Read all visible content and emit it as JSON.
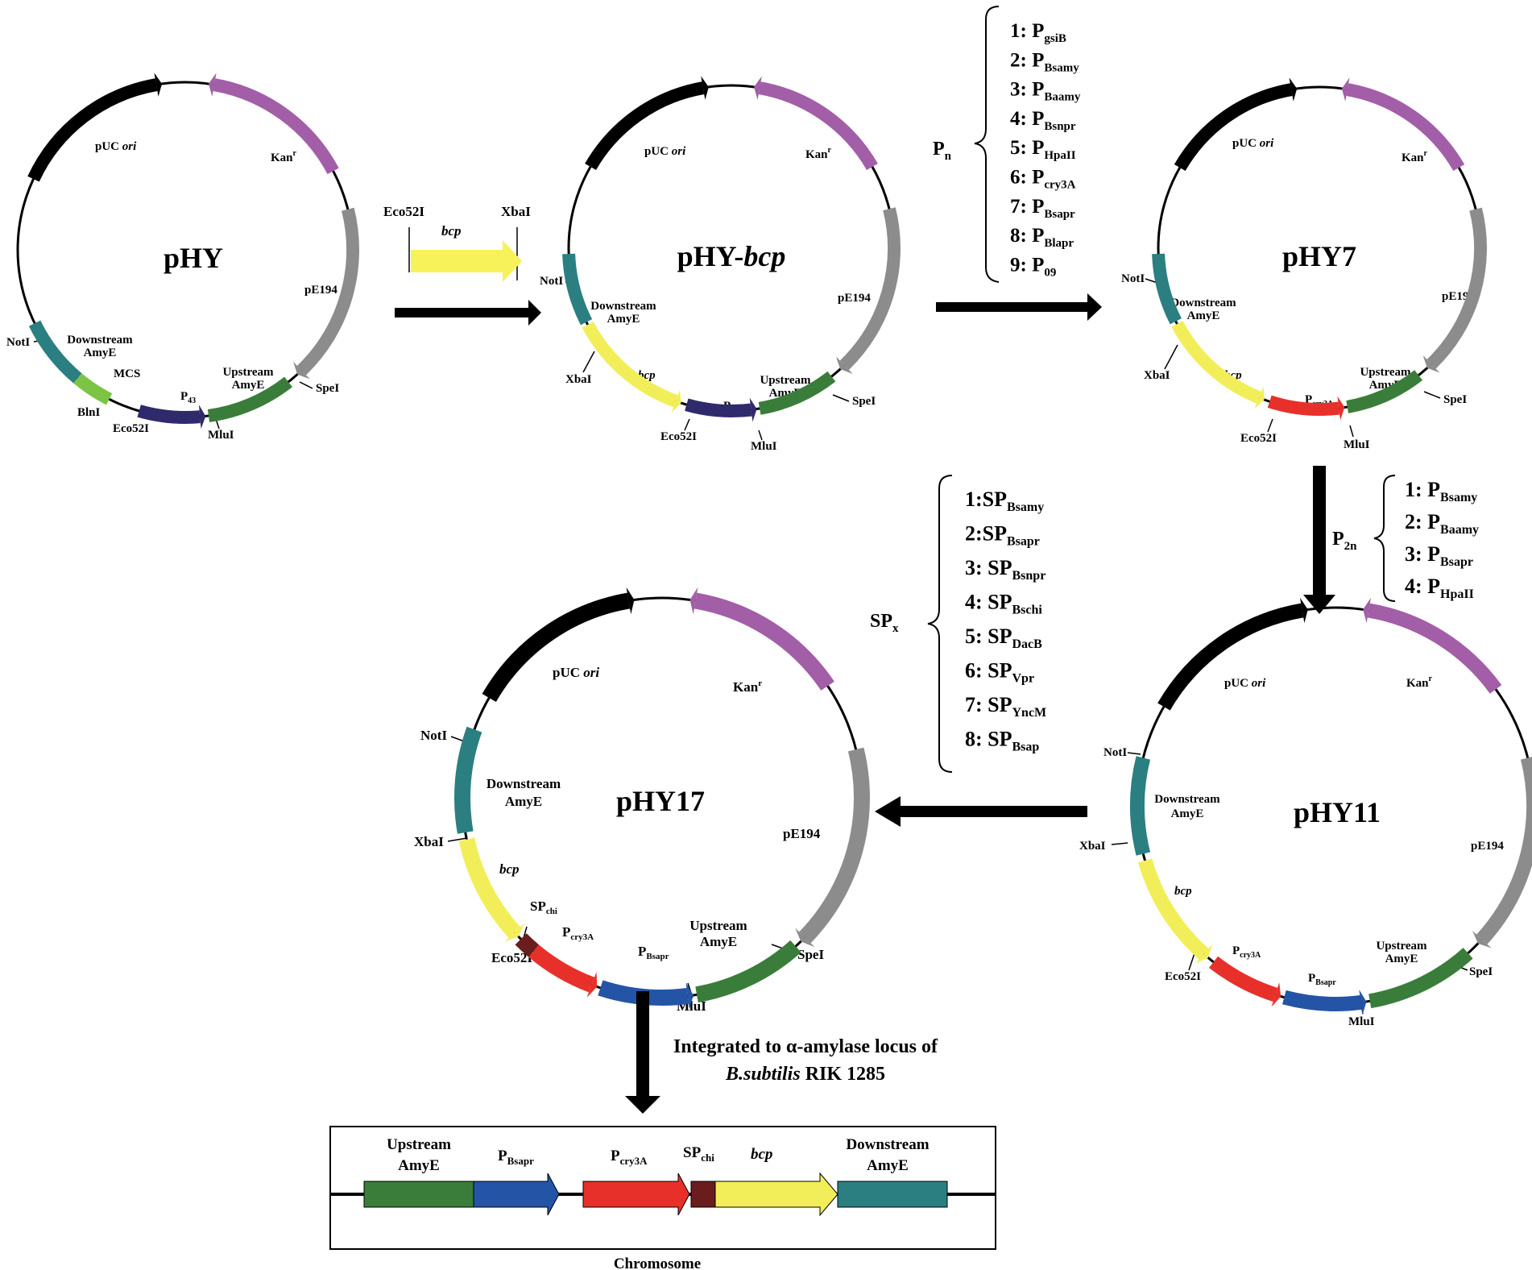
{
  "plasmids": {
    "phy": {
      "name": "pHY",
      "labels": {
        "puc": "pUC",
        "ori": "ori",
        "kan": "Kan",
        "kan_sup": "r",
        "pe194": "pE194",
        "up1": "Upstream",
        "up2": "AmyE",
        "spei": "SpeI",
        "mlui": "MluI",
        "p43": "P",
        "p43_sub": "43",
        "eco": "Eco52I",
        "blni": "BlnI",
        "mcs": "MCS",
        "notI": "NotI",
        "down1": "Downstream",
        "down2": "AmyE"
      }
    },
    "phy_bcp": {
      "name": "pHY-",
      "name_italic": "bcp",
      "labels": {
        "puc": "pUC",
        "ori": "ori",
        "kan": "Kan",
        "kan_sup": "r",
        "pe194": "pE194",
        "up1": "Upstream",
        "up2": "AmyE",
        "spei": "SpeI",
        "mlui": "MluI",
        "p43": "P",
        "p43_sub": "43",
        "eco": "Eco52I",
        "bcp": "bcp",
        "xbai": "XbaI",
        "notI": "NotI",
        "down1": "Downstream",
        "down2": "AmyE"
      }
    },
    "phy7": {
      "name": "pHY7",
      "labels": {
        "puc": "pUC",
        "ori": "ori",
        "kan": "Kan",
        "kan_sup": "r",
        "pe194": "pE194",
        "up1": "Upstream",
        "up2": "AmyE",
        "spei": "SpeI",
        "mlui": "MluI",
        "pcry": "P",
        "pcry_sub": "cry3A",
        "eco": "Eco52I",
        "bcp": "bcp",
        "xbai": "XbaI",
        "notI": "NotI",
        "down1": "Downstream",
        "down2": "AmyE"
      }
    },
    "phy11": {
      "name": "pHY11",
      "labels": {
        "puc": "pUC",
        "ori": "ori",
        "kan": "Kan",
        "kan_sup": "r",
        "pe194": "pE194",
        "up1": "Upstream",
        "up2": "AmyE",
        "spei": "SpeI",
        "mlui": "MluI",
        "pbsapr": "P",
        "pbsapr_sub": "Bsapr",
        "pcry": "P",
        "pcry_sub": "cry3A",
        "eco": "Eco52I",
        "bcp": "bcp",
        "xbai": "XbaI",
        "notI": "NotI",
        "down1": "Downstream",
        "down2": "AmyE"
      }
    },
    "phy17": {
      "name": "pHY17",
      "labels": {
        "puc": "pUC",
        "ori": "ori",
        "kan": "Kan",
        "kan_sup": "r",
        "pe194": "pE194",
        "up1": "Upstream",
        "up2": "AmyE",
        "spei": "SpeI",
        "mlui": "MluI",
        "pbsapr": "P",
        "pbsapr_sub": "Bsapr",
        "pcry": "P",
        "pcry_sub": "cry3A",
        "spchi": "SP",
        "spchi_sub": "chi",
        "eco": "Eco52I",
        "bcp": "bcp",
        "xbai": "XbaI",
        "notI": "NotI",
        "down1": "Downstream",
        "down2": "AmyE"
      }
    }
  },
  "insert": {
    "left_site": "Eco52I",
    "right_site": "XbaI",
    "gene": "bcp"
  },
  "pn": {
    "label": "P",
    "label_sub": "n",
    "items": [
      {
        "n": "1: P",
        "s": "gsiB"
      },
      {
        "n": "2: P",
        "s": "Bsamy"
      },
      {
        "n": "3: P",
        "s": "Baamy"
      },
      {
        "n": "4: P",
        "s": "Bsnpr"
      },
      {
        "n": "5: P",
        "s": "HpaII"
      },
      {
        "n": "6: P",
        "s": "cry3A"
      },
      {
        "n": "7: P",
        "s": "Bsapr"
      },
      {
        "n": "8: P",
        "s": "Blapr"
      },
      {
        "n": "9: P",
        "s": "09"
      }
    ]
  },
  "p2n": {
    "label": "P",
    "label_sub": "2n",
    "items": [
      {
        "n": "1: P",
        "s": "Bsamy"
      },
      {
        "n": "2: P",
        "s": "Baamy"
      },
      {
        "n": "3: P",
        "s": "Bsapr"
      },
      {
        "n": "4: P",
        "s": "HpaII"
      }
    ]
  },
  "spx": {
    "label": "SP",
    "label_sub": "x",
    "items": [
      {
        "n": "1:SP",
        "s": "Bsamy"
      },
      {
        "n": "2:SP",
        "s": "Bsapr"
      },
      {
        "n": "3: SP",
        "s": "Bsnpr"
      },
      {
        "n": "4: SP",
        "s": "Bschi"
      },
      {
        "n": "5: SP",
        "s": "DacB"
      },
      {
        "n": "6: SP",
        "s": "Vpr"
      },
      {
        "n": "7: SP",
        "s": "YncM"
      },
      {
        "n": "8: SP",
        "s": "Bsap"
      }
    ]
  },
  "integration": {
    "line1": "Integrated to α-amylase locus of",
    "line2_italic": "B.subtilis",
    "line2_rest": " RIK 1285"
  },
  "chromosome": {
    "up1": "Upstream",
    "up2": "AmyE",
    "pbsapr": "P",
    "pbsapr_sub": "Bsapr",
    "pcry": "P",
    "pcry_sub": "cry3A",
    "spchi": "SP",
    "spchi_sub": "chi",
    "bcp": "bcp",
    "down1": "Downstream",
    "down2": "AmyE",
    "caption": "Chromosome"
  },
  "colors": {
    "backbone": "#000000",
    "ori": "#000000",
    "kan": "#a35ea8",
    "pe194": "#8c8c8c",
    "upstream": "#3a7d3a",
    "downstream": "#2b7f80",
    "p43": "#2e2a6b",
    "mcs": "#7cc443",
    "bcp": "#f2ee5a",
    "pcry3a": "#e8302a",
    "pbsapr": "#2454a6",
    "spchi": "#6b1c1c",
    "insert_arrow": "#f7f25a"
  }
}
